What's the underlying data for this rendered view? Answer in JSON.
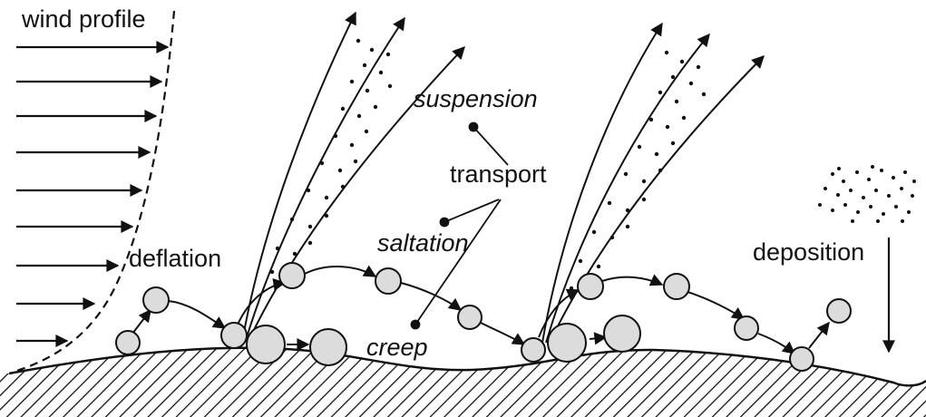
{
  "labels": {
    "wind_profile": "wind profile",
    "deflation": "deflation",
    "suspension": "suspension",
    "transport": "transport",
    "saltation": "saltation",
    "creep": "creep",
    "deposition": "deposition"
  },
  "colors": {
    "line": "#111111",
    "grain_fill": "#dcdcdc",
    "background": "#ffffff"
  }
}
